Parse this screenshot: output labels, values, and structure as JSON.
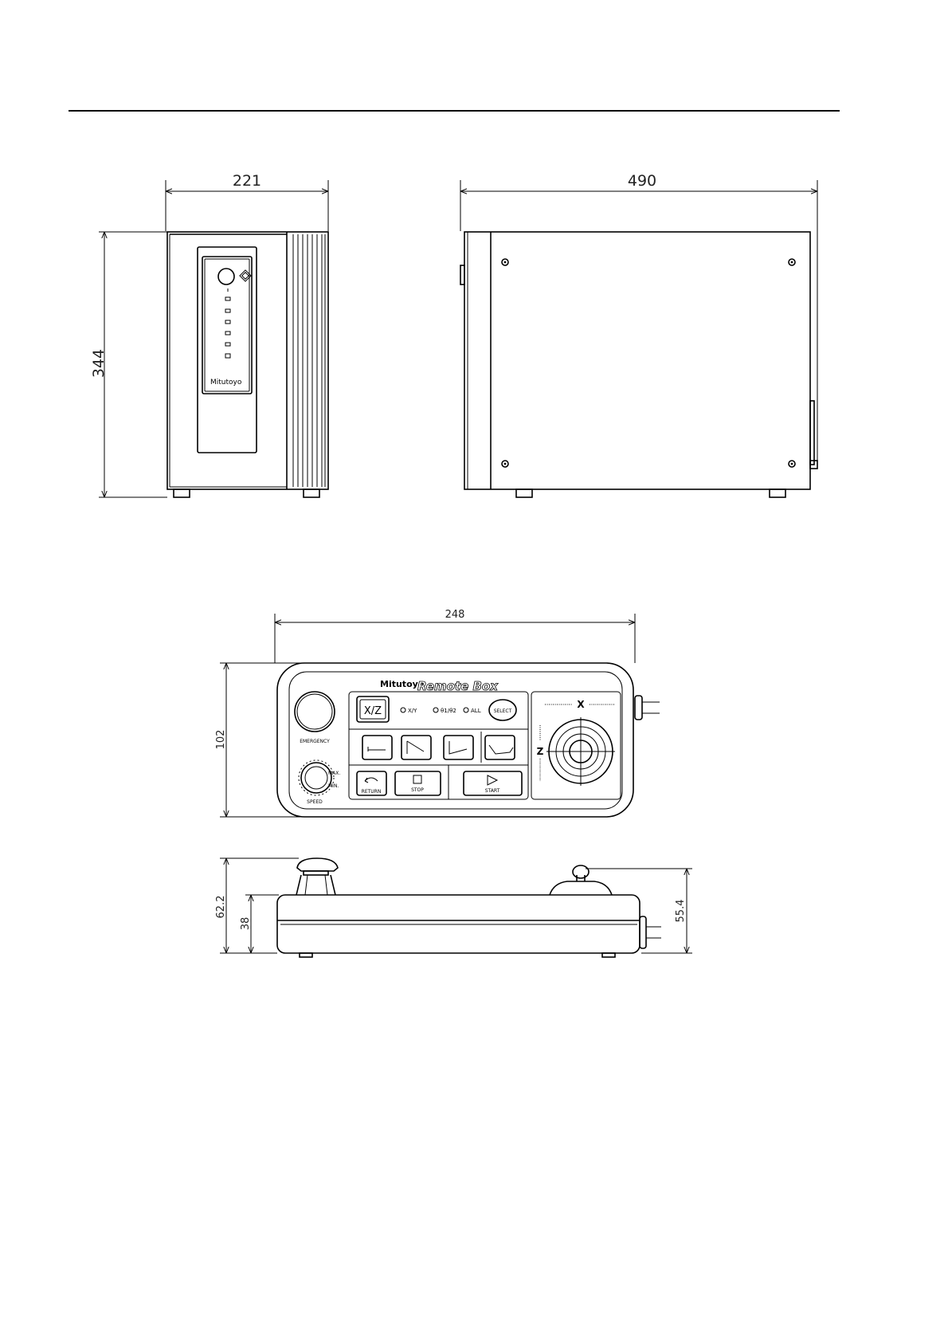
{
  "dimensions": {
    "front_width": "221",
    "front_height": "344",
    "side_depth": "490",
    "remote_width": "248",
    "remote_height": "102",
    "remote_total_height": "62.2",
    "remote_body_height": "38",
    "remote_joystick_height": "55.4"
  },
  "controller": {
    "logo_text": "Mitutoyo"
  },
  "remote_box": {
    "brand": "Mitutoyo",
    "title": "Remote Box",
    "emergency_label": "EMERGENCY",
    "speed_label": "SPEED",
    "max_label": "MAX.",
    "min_label": "MIN.",
    "xz_key": "X/Z",
    "mode_xy": "X/Y",
    "mode_theta": "θ1/θ2",
    "mode_all": "ALL",
    "select_key": "SELECT",
    "return_key": "RETURN",
    "stop_key": "STOP",
    "start_key": "START",
    "axis_x": "X",
    "axis_z": "Z"
  }
}
